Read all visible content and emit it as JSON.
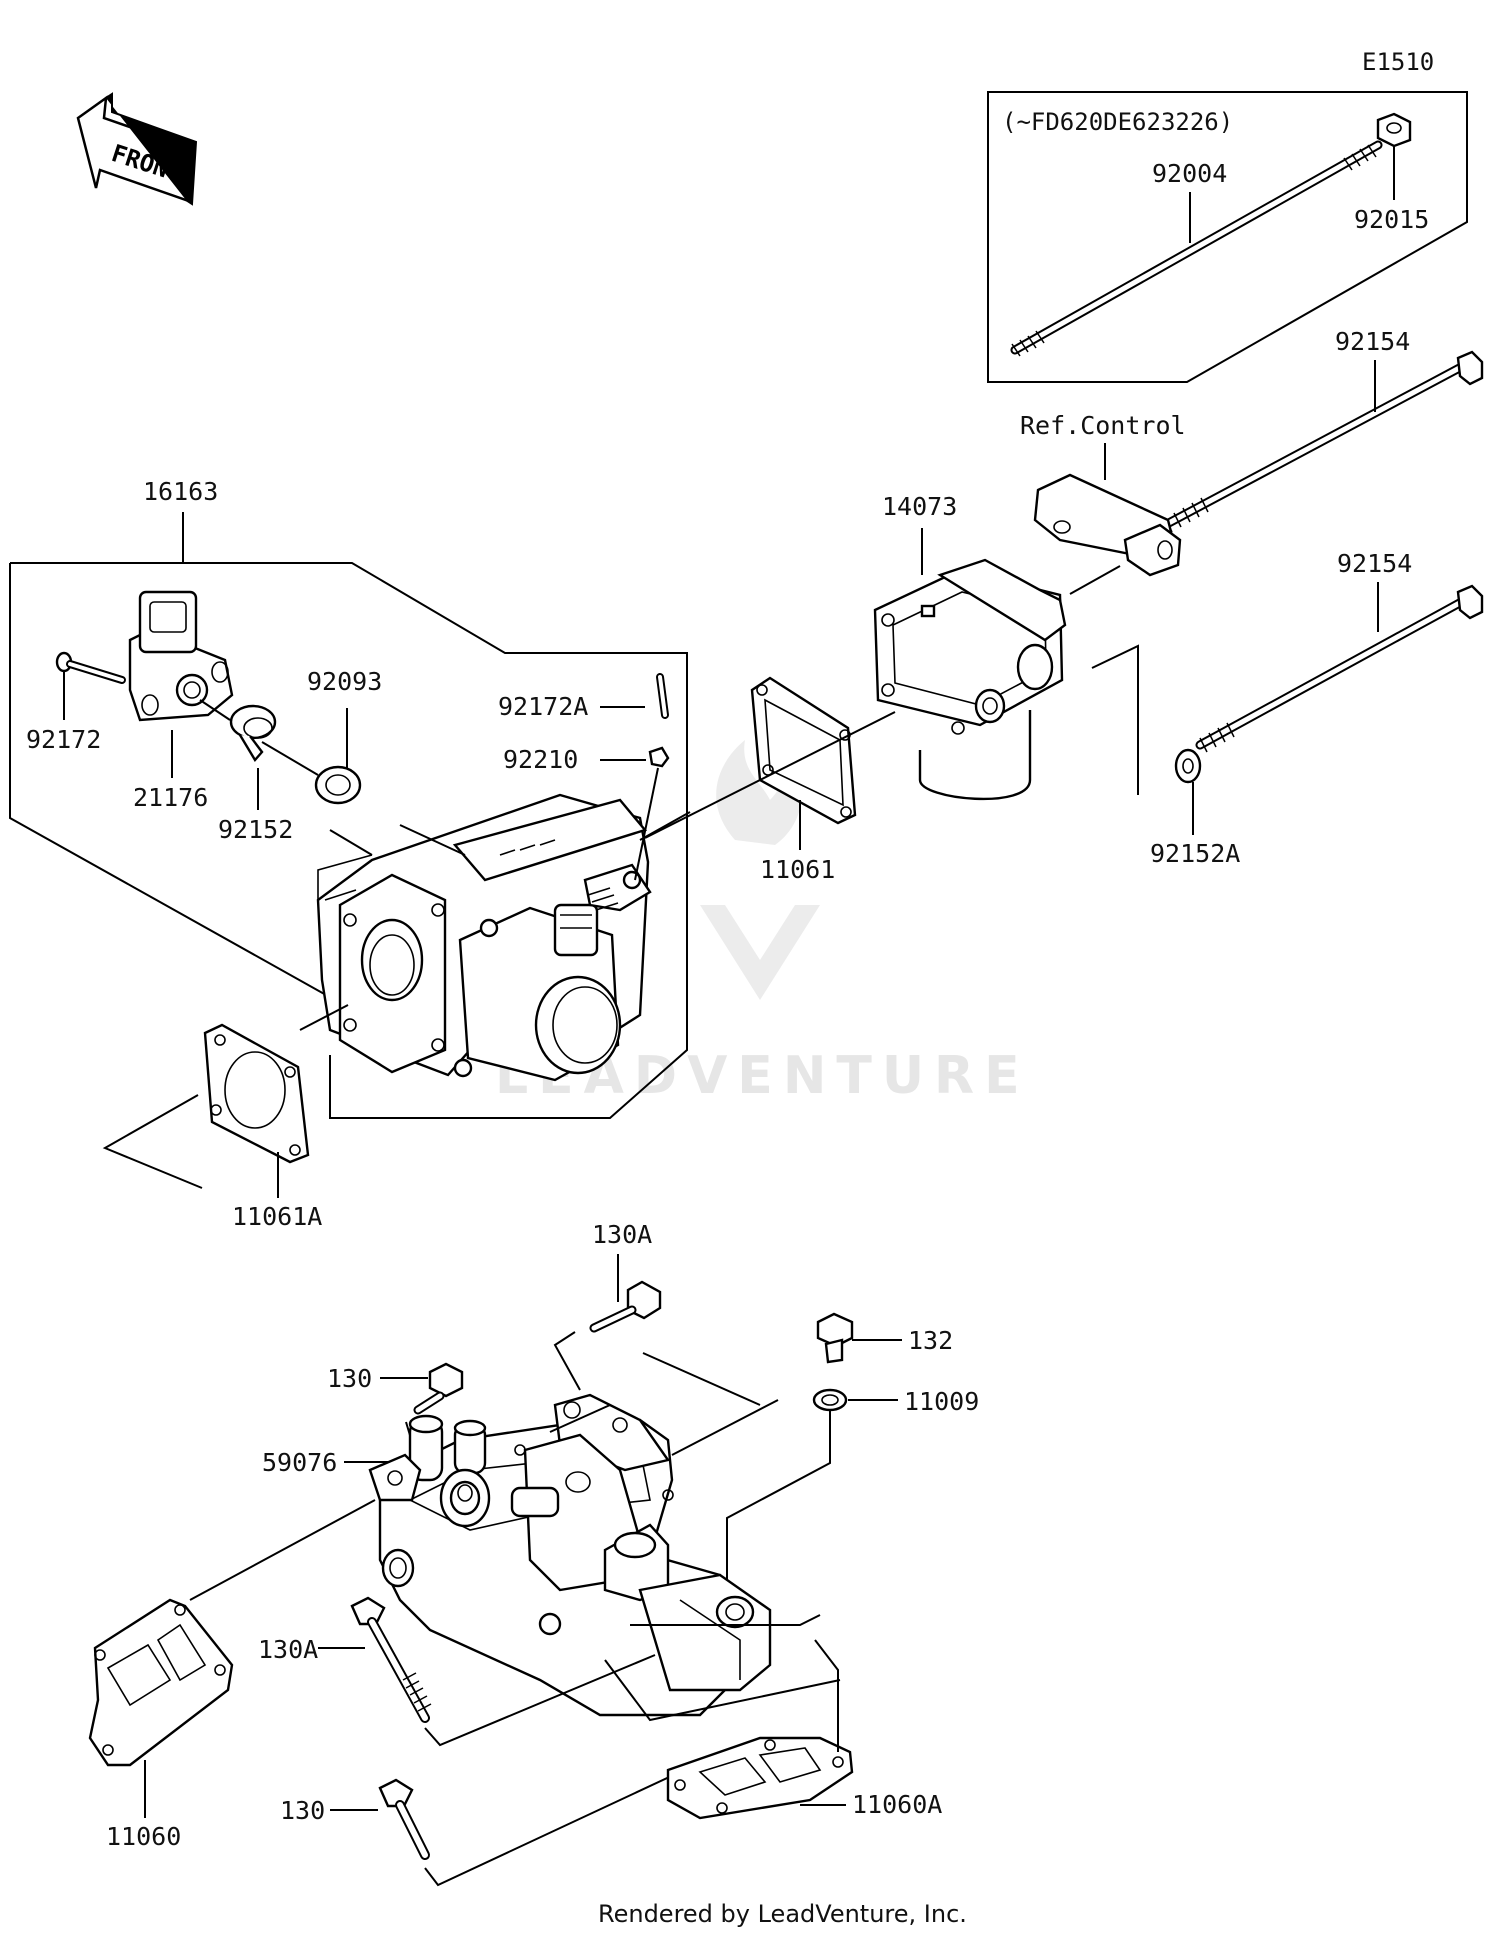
{
  "diagram_code": "E1510",
  "serial_note": "(~FD620DE623226)",
  "ref_control": "Ref.Control",
  "front_label": "FRONT",
  "watermark": "LEADVENTURE",
  "footer": "Rendered by LeadVenture, Inc.",
  "parts": {
    "p16163": "16163",
    "p21176": "21176",
    "p92172": "92172",
    "p92152": "92152",
    "p92093": "92093",
    "p92172A": "92172A",
    "p92210": "92210",
    "p11061": "11061",
    "p11061A": "11061A",
    "p14073": "14073",
    "p92154a": "92154",
    "p92154b": "92154",
    "p92152A": "92152A",
    "p92004": "92004",
    "p92015": "92015",
    "p130A_top": "130A",
    "p130_top": "130",
    "p132": "132",
    "p11009": "11009",
    "p59076": "59076",
    "p130A_low": "130A",
    "p130_low": "130",
    "p11060": "11060",
    "p11060A": "11060A"
  }
}
